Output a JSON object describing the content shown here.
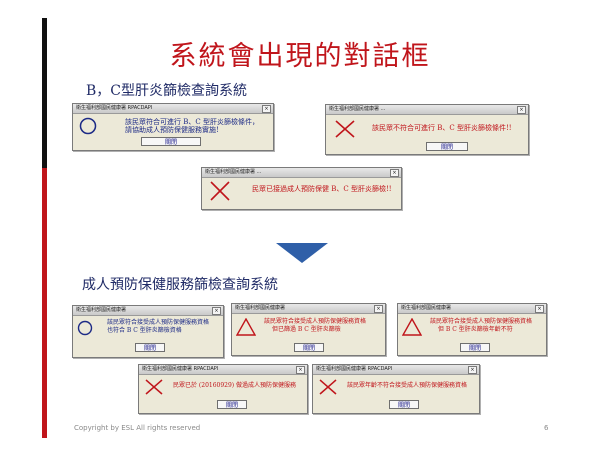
{
  "slide": {
    "title": "系統會出現的對話框",
    "section1": "B，C型肝炎篩檢查詢系統",
    "section2": "成人預防保健服務篩檢查詢系統",
    "footer": "Copyright by ESL All rights reserved",
    "page_number": "6"
  },
  "dialogs": {
    "d1": {
      "title": "衛生福利部國民健康署 RPACDAPI",
      "line1": "該民眾符合可進行 B、C 型肝炎篩檢條件，",
      "line2": "請協助成人預防保健服務實施!",
      "button": "關閉"
    },
    "d2": {
      "title": "衛生福利部國民健康署 ...",
      "line1": "該民眾不符合可進行 B、C 型肝炎篩檢條件!!",
      "button": "關閉"
    },
    "d3": {
      "title": "衛生福利部國民健康署 ...",
      "line1": "民眾已接過成人預防保健 B、C 型肝炎篩檢!!",
      "button": "關閉"
    },
    "d4": {
      "title": "衛生福利部國民健康署",
      "line1": "該民眾符合接受成人預防保健服務資格",
      "line2": "也符合 B C 型肝炎篩檢資格",
      "button": "關閉"
    },
    "d5": {
      "title": "衛生福利部國民健康署",
      "line1": "該民眾符合接受成人預防保健服務資格",
      "line2": "但已篩過 B C 型肝炎篩檢",
      "button": "關閉"
    },
    "d6": {
      "title": "衛生福利部國民健康署",
      "line1": "該民眾符合接受成人預防保健服務資格",
      "line2": "但 B C 型肝炎篩檢年齡不符",
      "button": "關閉"
    },
    "d7": {
      "title": "衛生福利部國民健康署 RPACDAPI",
      "line1": "民眾已於 (20160929) 做過成人預防保健服務",
      "button": "關閉"
    },
    "d8": {
      "title": "衛生福利部國民健康署 RPACDAPI",
      "line1": "該民眾年齡不符合接受成人預防保健服務資格",
      "button": "關閉"
    }
  }
}
